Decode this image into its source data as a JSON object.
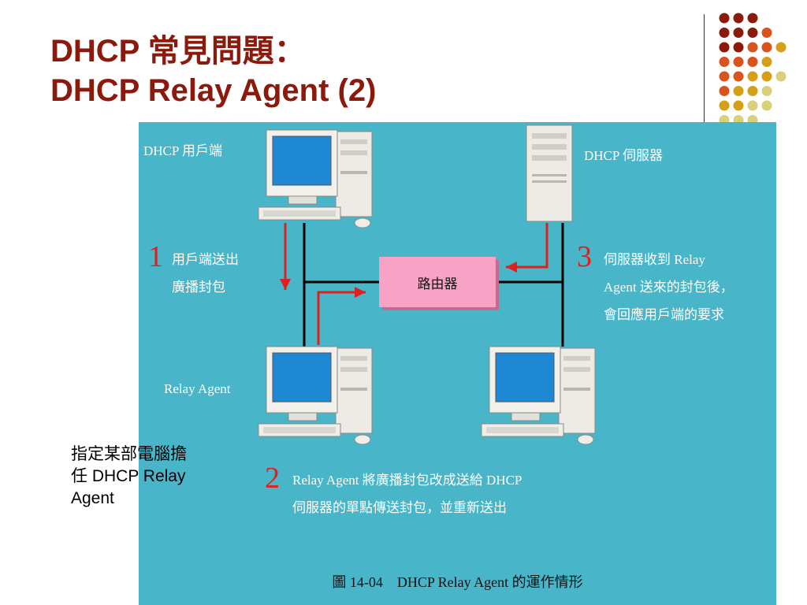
{
  "title": {
    "line1": "DHCP 常見問題：",
    "line2": "DHCP Relay Agent (2)"
  },
  "diagram": {
    "client_label": "DHCP 用戶端",
    "server_label": "DHCP 伺服器",
    "relay_label": "Relay Agent",
    "router_label": "路由器",
    "step1_number": "1",
    "step1_line1": "用戶端送出",
    "step1_line2": "廣播封包",
    "step2_number": "2",
    "step2_line1": "Relay Agent 將廣播封包改成送給 DHCP",
    "step2_line2": "伺服器的單點傳送封包，並重新送出",
    "step3_number": "3",
    "step3_line1": "伺服器收到 Relay",
    "step3_line2": "Agent 送來的封包後，",
    "step3_line3": "會回應用戶端的要求",
    "caption": "圖 14-04　DHCP Relay Agent 的運作情形",
    "arrow_color": "#e02020",
    "background_color": "#48b5c9"
  },
  "note": {
    "line1": "指定某部電腦擔",
    "line2": "任 DHCP Relay",
    "line3": "Agent"
  },
  "decoration": {
    "dot_colors": [
      "#8b1a0c",
      "#d9531e",
      "#d4a017",
      "#d8d07a"
    ]
  }
}
